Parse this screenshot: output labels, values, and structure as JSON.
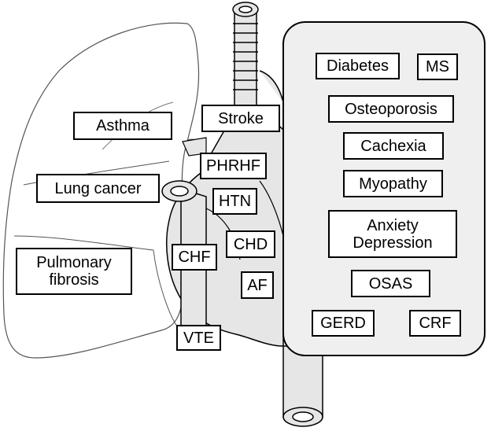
{
  "colors": {
    "organ_fill": "#e6e6e6",
    "panel_fill": "#efefef",
    "outline": "#000000",
    "lung_outline": "#555555",
    "label_fill": "#ffffff"
  },
  "icons": [
    "lungs-illustration",
    "heart-illustration",
    "trachea-illustration",
    "aorta-illustration"
  ],
  "lung_labels": {
    "asthma": "Asthma",
    "lung_cancer": "Lung cancer",
    "pulmonary_fibrosis": "Pulmonary\nfibrosis"
  },
  "heart_labels": {
    "stroke": "Stroke",
    "phrhf": "PHRHF",
    "htn": "HTN",
    "chd": "CHD",
    "chf": "CHF",
    "af": "AF",
    "vte": "VTE"
  },
  "systemic_labels": {
    "diabetes": "Diabetes",
    "ms": "MS",
    "osteoporosis": "Osteoporosis",
    "cachexia": "Cachexia",
    "myopathy": "Myopathy",
    "anxiety_depression": "Anxiety\nDepression",
    "osas": "OSAS",
    "gerd": "GERD",
    "crf": "CRF"
  }
}
